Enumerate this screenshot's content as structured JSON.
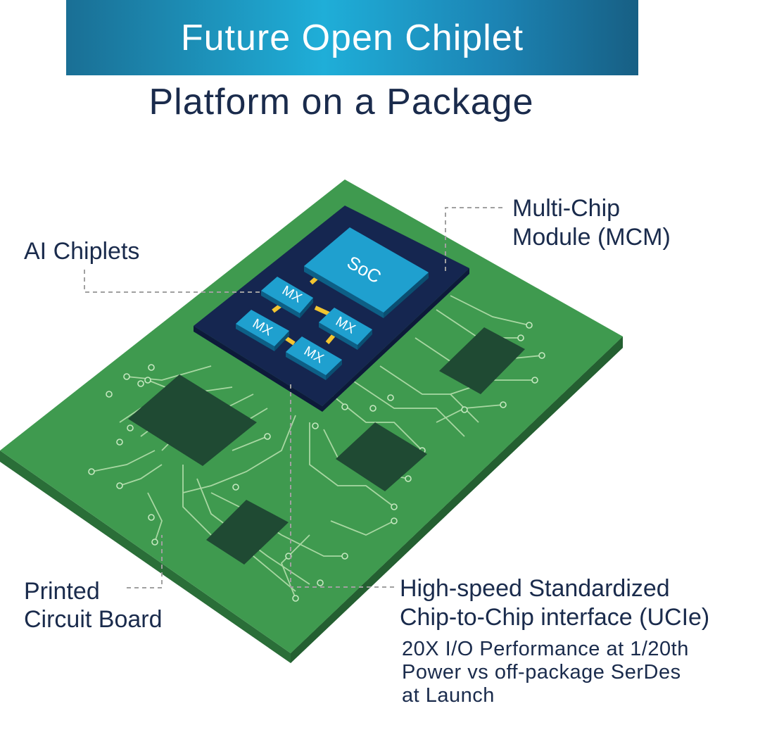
{
  "banner": {
    "title": "Future Open Chiplet"
  },
  "subtitle": "Platform on a Package",
  "labels": {
    "mcm": [
      "Multi-Chip",
      "Module (MCM)"
    ],
    "ai_chiplets": "AI Chiplets",
    "pcb": [
      "Printed",
      "Circuit Board"
    ],
    "ucie": [
      "High-speed Standardized",
      "Chip-to-Chip interface (UCIe)"
    ],
    "ucie_note": [
      "20X I/O Performance at  1/20th",
      "Power vs off-package SerDes",
      "at Launch"
    ]
  },
  "chips": {
    "soc": "SoC",
    "mx": [
      "MX",
      "MX",
      "MX",
      "MX"
    ]
  },
  "colors": {
    "banner_dark": "#1a6f95",
    "banner_light": "#1faed8",
    "text": "#1a2b4c",
    "pcb_top": "#3f9a4f",
    "pcb_edge": "#2a6e38",
    "component": "#1f4a33",
    "mcm": "#152650",
    "chip": "#1fa0cf",
    "link": "#f2c531"
  }
}
